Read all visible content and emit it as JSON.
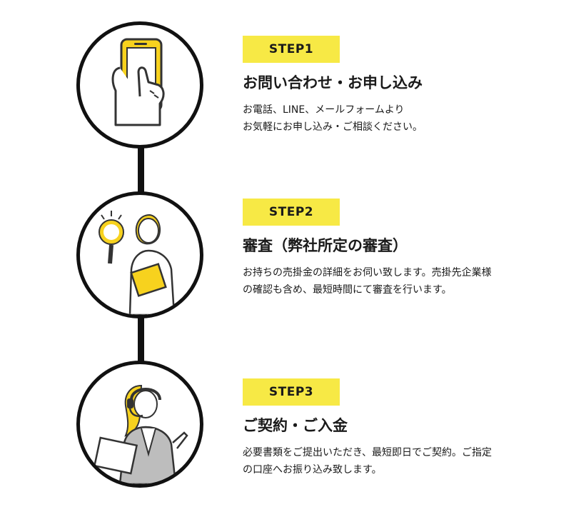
{
  "colors": {
    "accent_yellow": "#f7e945",
    "line_black": "#111111",
    "illustration_gray": "#bdbdbd"
  },
  "steps": [
    {
      "badge": "STEP1",
      "title": "お問い合わせ・お申し込み",
      "description": "お電話、LINE、メールフォームより\nお気軽にお申し込み・ご相談ください。",
      "icon": "smartphone-hand-icon"
    },
    {
      "badge": "STEP2",
      "title": "審査（弊社所定の審査）",
      "description": "お持ちの売掛金の詳細をお伺い致します。売掛先企業様の確認も含め、最短時間にて審査を行います。",
      "icon": "magnifier-person-icon"
    },
    {
      "badge": "STEP3",
      "title": "ご契約・ご入金",
      "description": "必要書類をご提出いただき、最短即日でご契約。ご指定の口座へお振り込み致します。",
      "icon": "headset-operator-icon"
    }
  ]
}
